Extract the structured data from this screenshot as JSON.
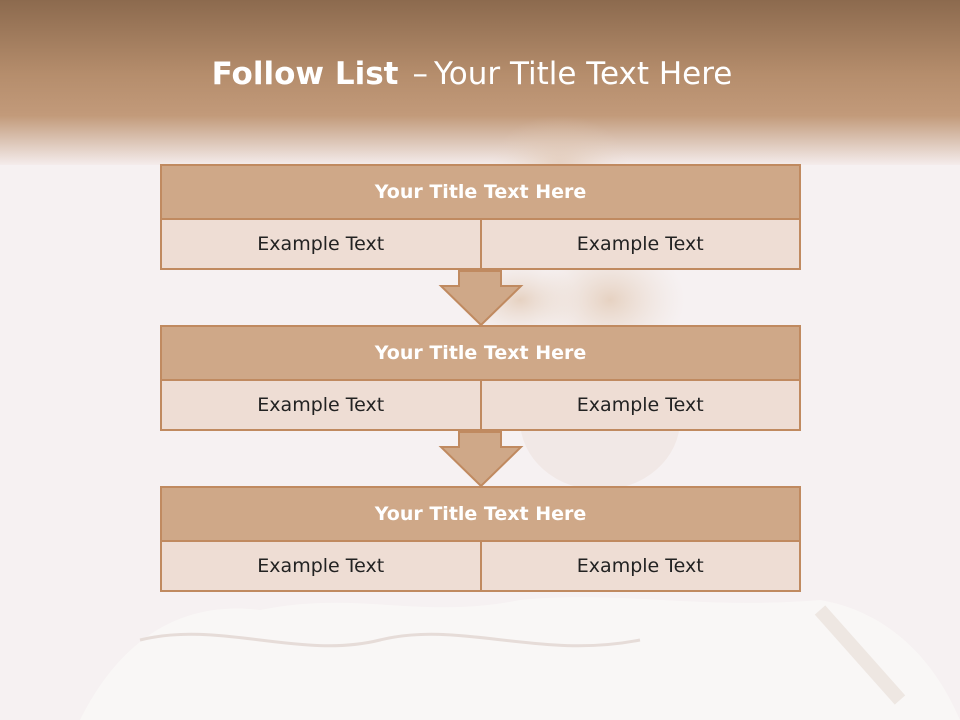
{
  "title": {
    "bold": "Follow List",
    "separator": "–",
    "rest": "Your Title Text Here"
  },
  "steps": [
    {
      "title": "Your Title Text Here",
      "left": "Example Text",
      "right": "Example Text"
    },
    {
      "title": "Your Title Text Here",
      "left": "Example Text",
      "right": "Example Text"
    },
    {
      "title": "Your Title Text Here",
      "left": "Example Text",
      "right": "Example Text"
    }
  ],
  "colors": {
    "accent": "#c08a60",
    "title_fill": "#cfa888",
    "cell_fill": "#eeddd4",
    "header": "#b58d6c"
  }
}
